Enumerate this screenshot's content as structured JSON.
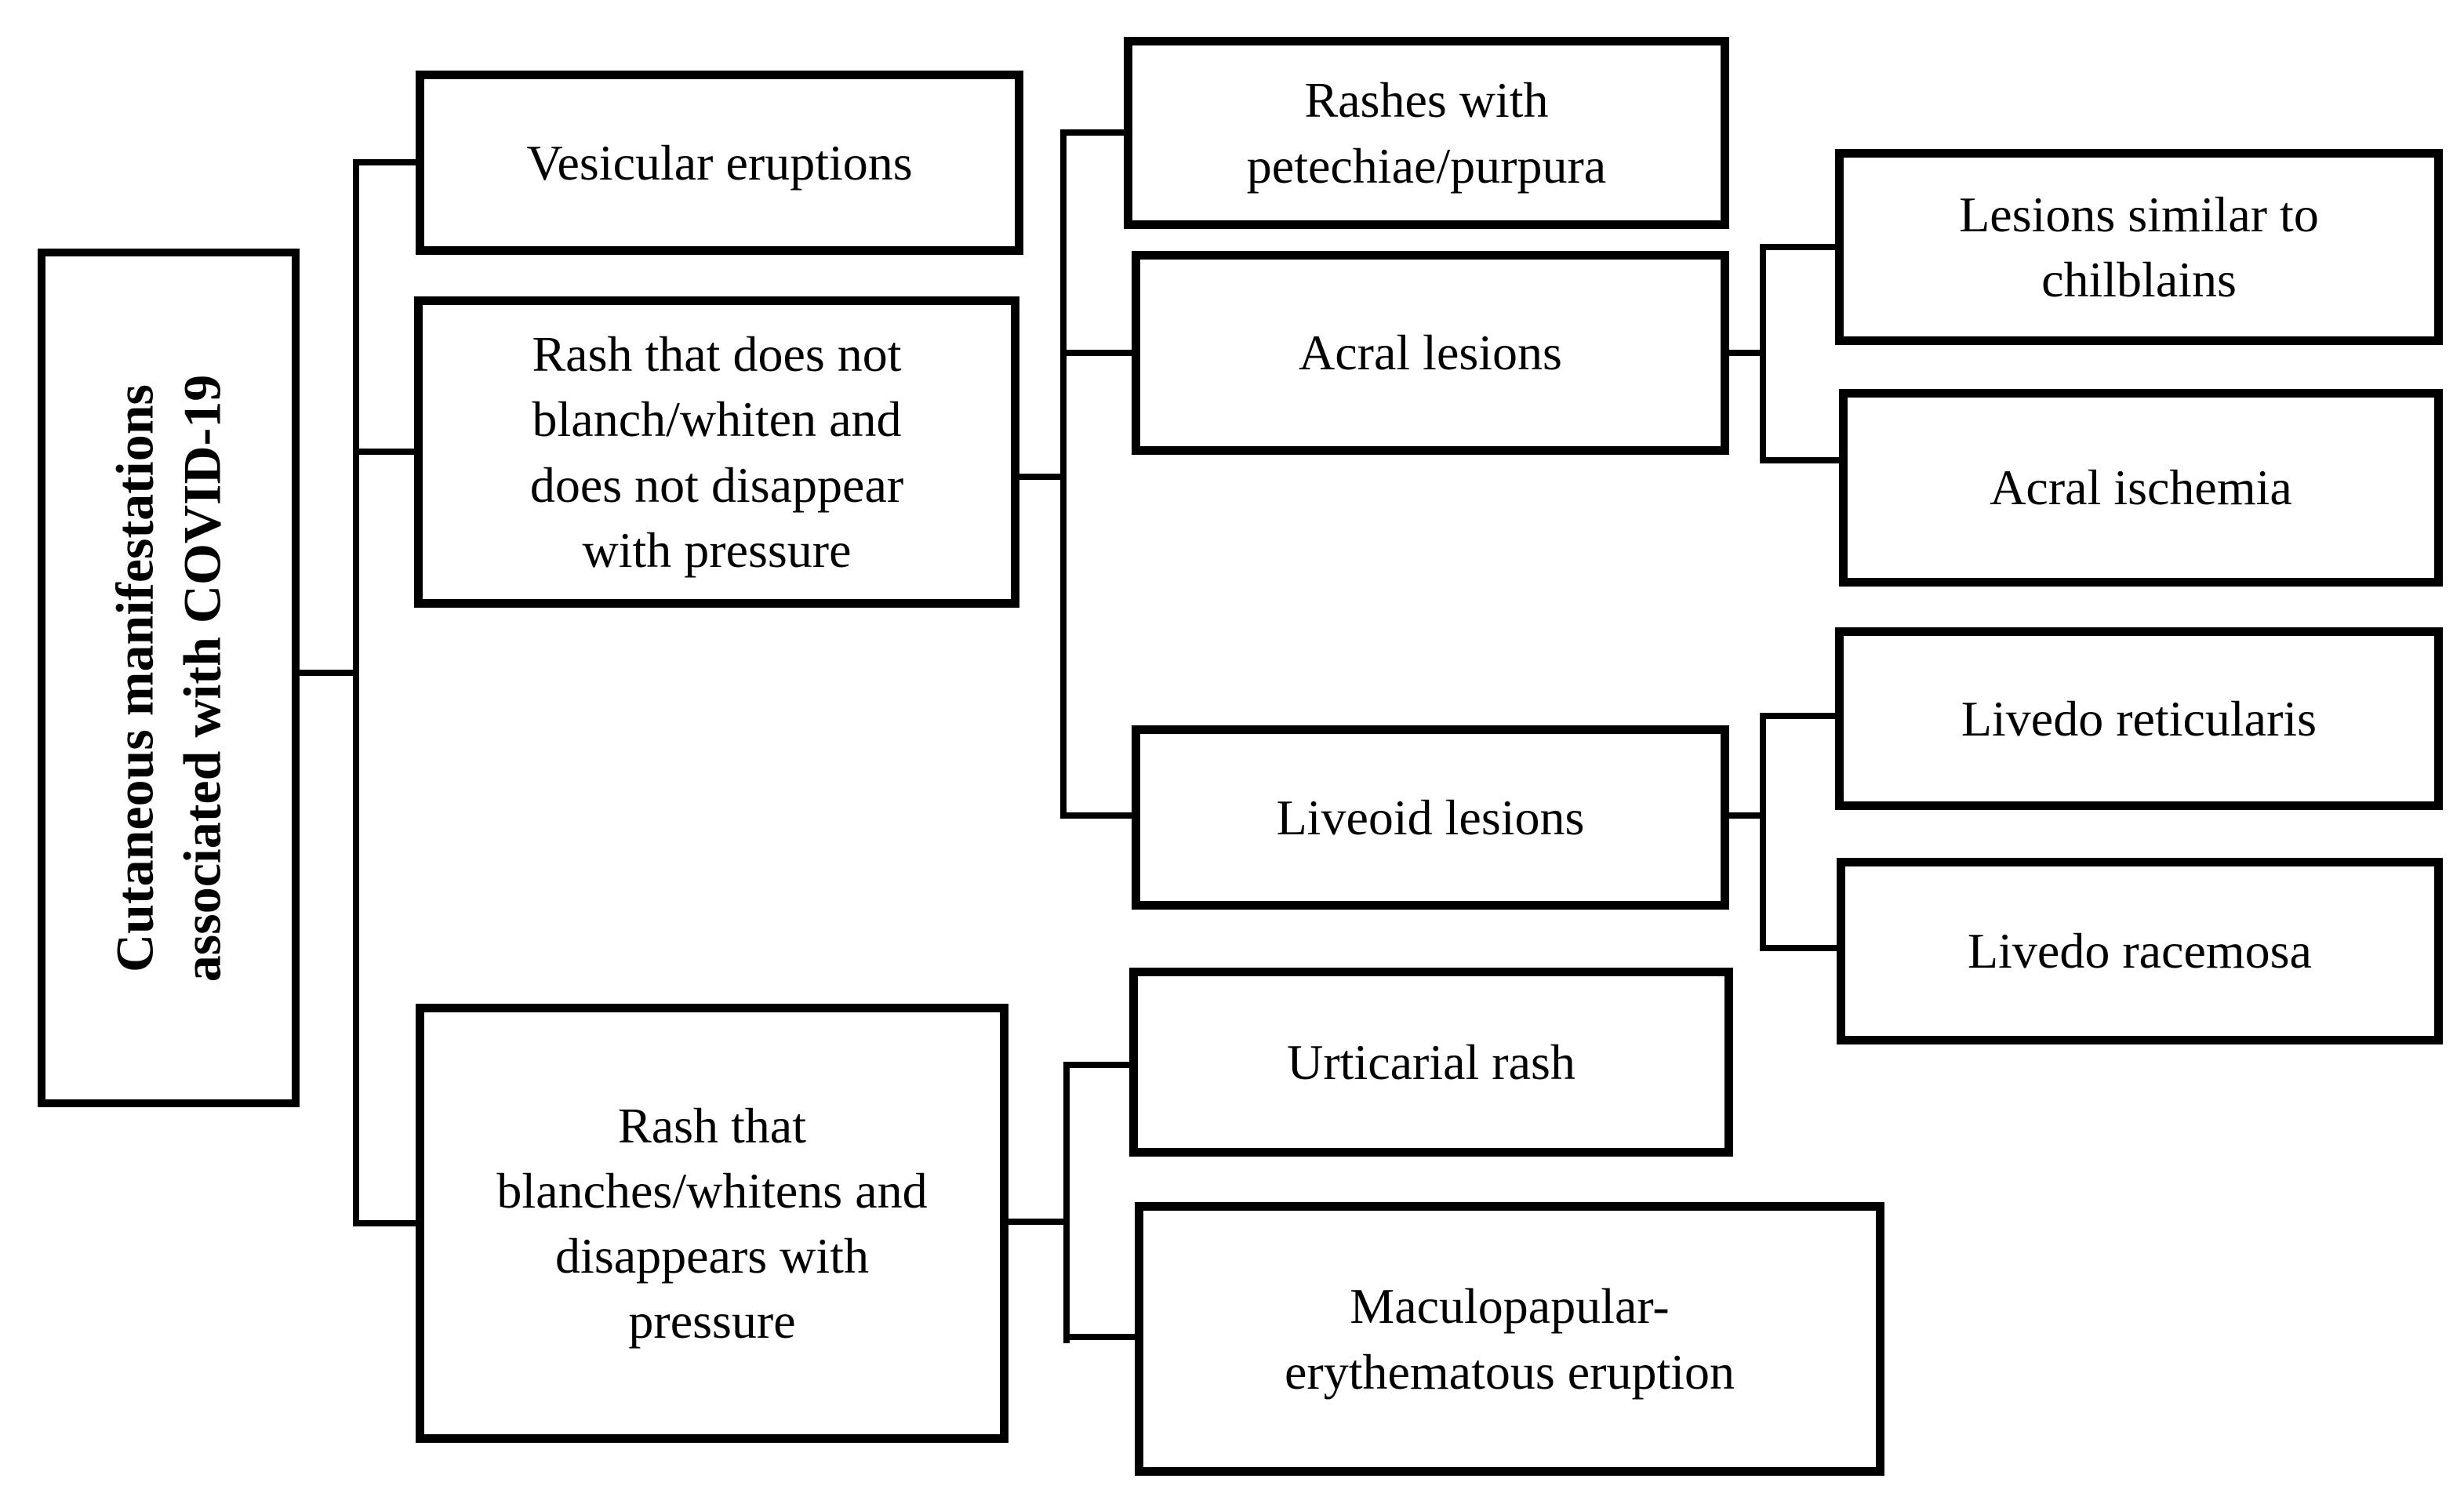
{
  "diagram": {
    "colors": {
      "ink": "#000000",
      "paper": "#ffffff"
    },
    "root": {
      "label": "Cutaneous manifestations\nassociated with COVID-19"
    },
    "branches": [
      {
        "label": "Vesicular eruptions",
        "children": []
      },
      {
        "label": "Rash that does not\nblanch/whiten and\ndoes not disappear\nwith pressure",
        "children": [
          {
            "label": "Rashes with\npetechiae/purpura",
            "children": []
          },
          {
            "label": "Acral lesions",
            "children": [
              {
                "label": "Lesions similar to\nchilblains"
              },
              {
                "label": "Acral ischemia"
              }
            ]
          },
          {
            "label": "Liveoid lesions",
            "children": [
              {
                "label": "Livedo reticularis"
              },
              {
                "label": "Livedo racemosa"
              }
            ]
          }
        ]
      },
      {
        "label": "Rash that\nblanches/whitens and\ndisappears with\npressure",
        "children": [
          {
            "label": "Urticarial rash"
          },
          {
            "label": "Maculopapular-\nerythematous eruption"
          }
        ]
      }
    ]
  }
}
